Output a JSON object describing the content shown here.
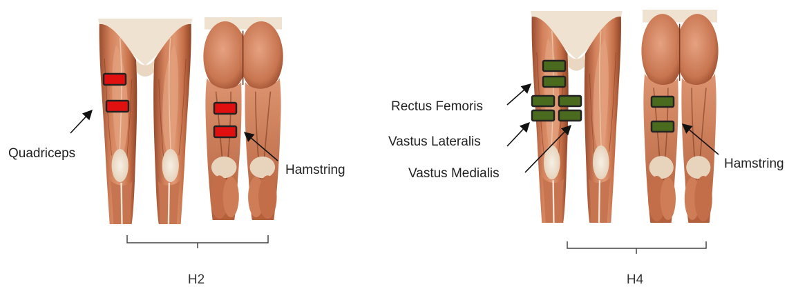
{
  "panels": [
    {
      "caption": "H2",
      "sensor_color": "#e01010",
      "labels": [
        "Quadriceps",
        "Hamstring"
      ]
    },
    {
      "caption": "H4",
      "sensor_color": "#4a6b1e",
      "labels": [
        "Rectus Femoris",
        "Vastus Lateralis",
        "Vastus Medialis",
        "Hamstring"
      ]
    }
  ],
  "colors": {
    "skin": "#f1e4d3",
    "muscle_light": "#d98a62",
    "muscle": "#c06a44",
    "muscle_dark": "#8e4528",
    "tendon": "#ece0cf",
    "sensor_red": "#e01010",
    "sensor_green": "#4a6b1e"
  }
}
